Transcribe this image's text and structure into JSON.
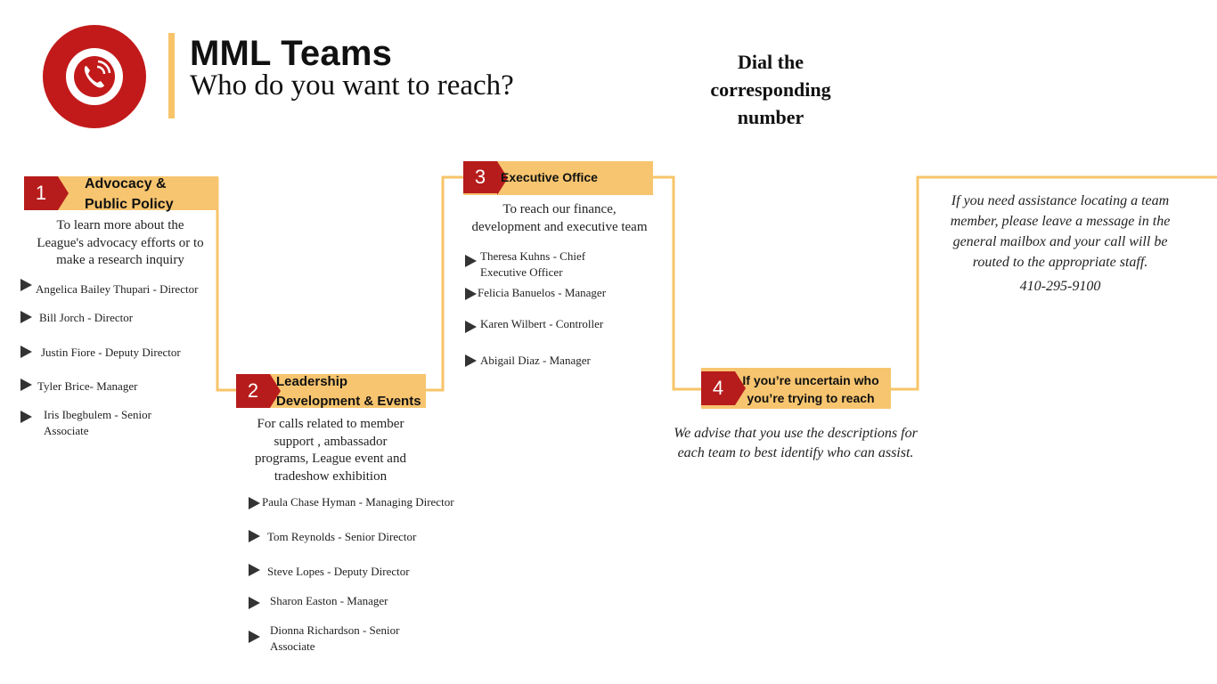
{
  "header": {
    "title": "MML Teams",
    "subtitle": "Who do you want to reach?",
    "dial_line1": "Dial the",
    "dial_line2": "corresponding",
    "dial_line3": "number"
  },
  "colors": {
    "accent_red": "#b71c1c",
    "accent_yellow": "#f7c56f",
    "line_yellow": "#f7c469"
  },
  "teams": [
    {
      "number": "1",
      "name_line1": "Advocacy &",
      "name_line2": "Public Policy",
      "desc_line1": "To learn more about the",
      "desc_line2": "League's advocacy efforts or to",
      "desc_line3": "make a research inquiry",
      "people": [
        {
          "line1": "Angelica Bailey Thupari - Director"
        },
        {
          "line1": "Bill Jorch - Director"
        },
        {
          "line1": "Justin Fiore - Deputy Director"
        },
        {
          "line1": "Tyler Brice- Manager"
        },
        {
          "line1": "Iris Ibegbulem - Senior",
          "line2": "Associate"
        }
      ]
    },
    {
      "number": "2",
      "name_line1": "Leadership",
      "name_line2": "Development & Events",
      "desc_line1": "For calls related to  member",
      "desc_line2": "support , ambassador",
      "desc_line3": "programs, League event and",
      "desc_line4": "tradeshow exhibition",
      "people": [
        {
          "line1": "Paula Chase Hyman - Managing Director"
        },
        {
          "line1": "Tom Reynolds - Senior Director"
        },
        {
          "line1": "Steve Lopes - Deputy Director"
        },
        {
          "line1": "Sharon Easton - Manager"
        },
        {
          "line1": "Dionna Richardson - Senior",
          "line2": "Associate"
        }
      ]
    },
    {
      "number": "3",
      "name_line1": "Executive Office",
      "desc_line1": "To reach our finance,",
      "desc_line2": "development and executive team",
      "people": [
        {
          "line1": "Theresa Kuhns - Chief",
          "line2": "Executive Officer"
        },
        {
          "line1": "Felicia Banuelos - Manager"
        },
        {
          "line1": "Karen Wilbert - Controller"
        },
        {
          "line1": "Abigail Diaz - Manager"
        }
      ]
    },
    {
      "number": "4",
      "name_line1": "If you’re uncertain who",
      "name_line2": "you’re trying to reach",
      "desc_line1": "We advise that you use the descriptions for",
      "desc_line2": "each team to best identify who can assist."
    }
  ],
  "assistance": {
    "line1": "If you need assistance locating a team",
    "line2": "member, please leave a message in the",
    "line3": "general mailbox and your call will be",
    "line4": "routed to the appropriate staff.",
    "phone": "410-295-9100"
  }
}
